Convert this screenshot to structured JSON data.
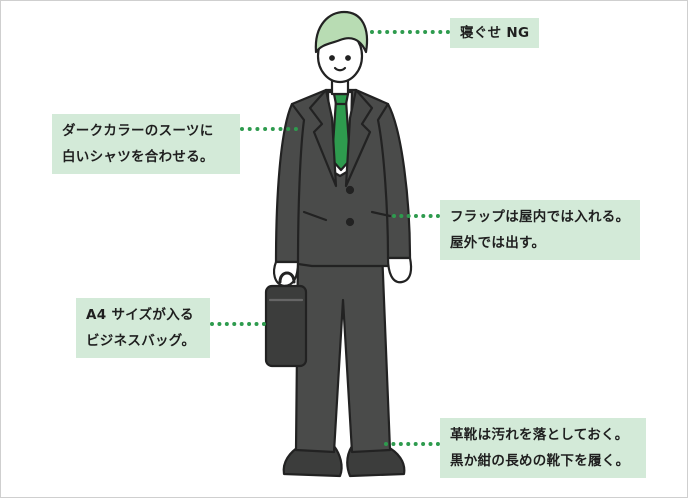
{
  "labels": {
    "hair": {
      "lines": [
        "寝ぐせ NG"
      ]
    },
    "suit": {
      "lines": [
        "ダークカラーのスーツに",
        "白いシャツを合わせる。"
      ]
    },
    "flap": {
      "lines": [
        "フラップは屋内では入れる。",
        "屋外では出す。"
      ]
    },
    "bag": {
      "lines": [
        "A4 サイズが入る",
        "ビジネスバッグ。"
      ]
    },
    "shoes": {
      "lines": [
        "革靴は汚れを落としておく。",
        "黒か紺の長めの靴下を履く。"
      ]
    }
  },
  "colors": {
    "label_bg": "#d3ead8",
    "dots": "#2e9b4e",
    "hair": "#b8dcb3",
    "suit": "#4a4b4a",
    "tie": "#2e9b4e",
    "skin": "#ffffff",
    "outline": "#222222"
  }
}
